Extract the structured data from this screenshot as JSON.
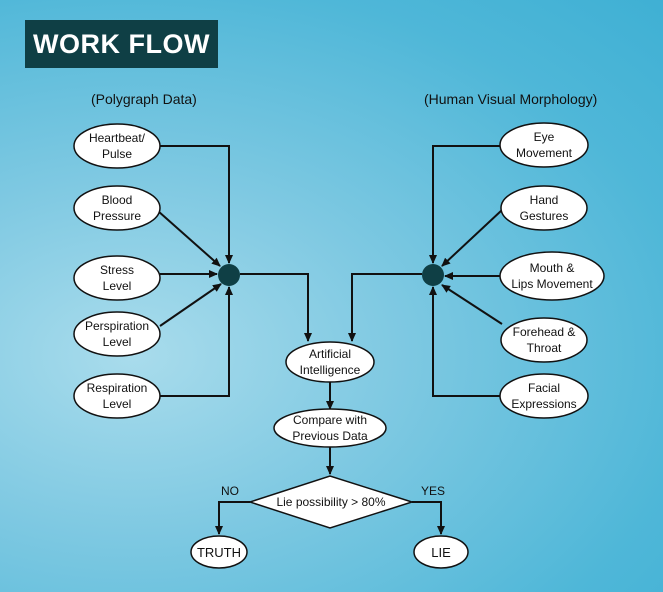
{
  "title": "WORK FLOW",
  "polygraph_heading": "(Polygraph Data)",
  "visual_heading": "(Human Visual Morphology)",
  "left_nodes": [
    [
      "Heartbeat/",
      "Pulse"
    ],
    [
      "Blood",
      "Pressure"
    ],
    [
      "Stress",
      "Level"
    ],
    [
      "Perspiration",
      "Level"
    ],
    [
      "Respiration",
      "Level"
    ]
  ],
  "right_nodes": [
    [
      "Eye",
      "Movement"
    ],
    [
      "Hand",
      "Gestures"
    ],
    [
      "Mouth &",
      "Lips Movement"
    ],
    [
      "Forehead &",
      "Throat"
    ],
    [
      "Facial",
      "Expressions"
    ]
  ],
  "ai_node": [
    "Artificial",
    "Intelligence"
  ],
  "compare_node": [
    "Compare with",
    "Previous Data"
  ],
  "decision": "Lie possibility > 80%",
  "no_label": "NO",
  "yes_label": "YES",
  "truth": "TRUTH",
  "lie": "LIE",
  "colors": {
    "title_bg": "#0f3f45",
    "hub": "#0f3f45",
    "node_fill": "#ffffff",
    "stroke": "#111111"
  }
}
